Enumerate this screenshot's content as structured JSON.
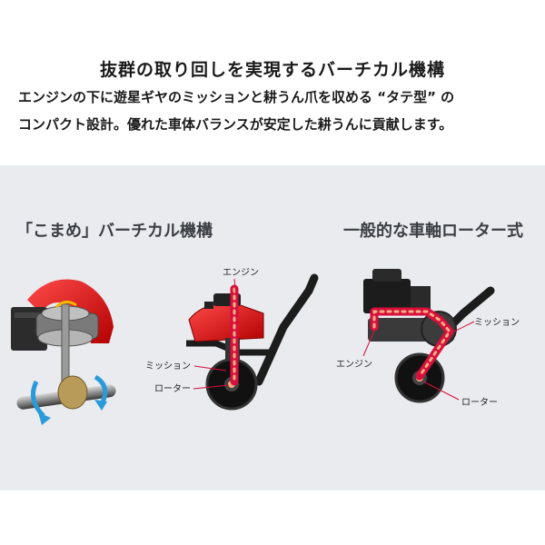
{
  "header": {
    "headline": "抜群の取り回しを実現するバーチカル機構",
    "description_line1": "エンジンの下に遊星ギヤのミッションと耕うん爪を収める “タテ型” の",
    "description_line2": "コンパクト設計。優れた車体バランスが安定した耕うんに貢献します。"
  },
  "left_panel": {
    "title": "「こまめ」バーチカル機構",
    "labels": {
      "engine": "エンジン",
      "mission": "ミッション",
      "rotor": "ローター"
    }
  },
  "right_panel": {
    "title": "一般的な車軸ローター式",
    "labels": {
      "engine": "エンジン",
      "mission": "ミッション",
      "rotor": "ローター"
    }
  },
  "colors": {
    "accent": "#e8001c",
    "path": "#d80f3c",
    "dot": "#f4b183",
    "panel_bg": "#e9ebee"
  }
}
